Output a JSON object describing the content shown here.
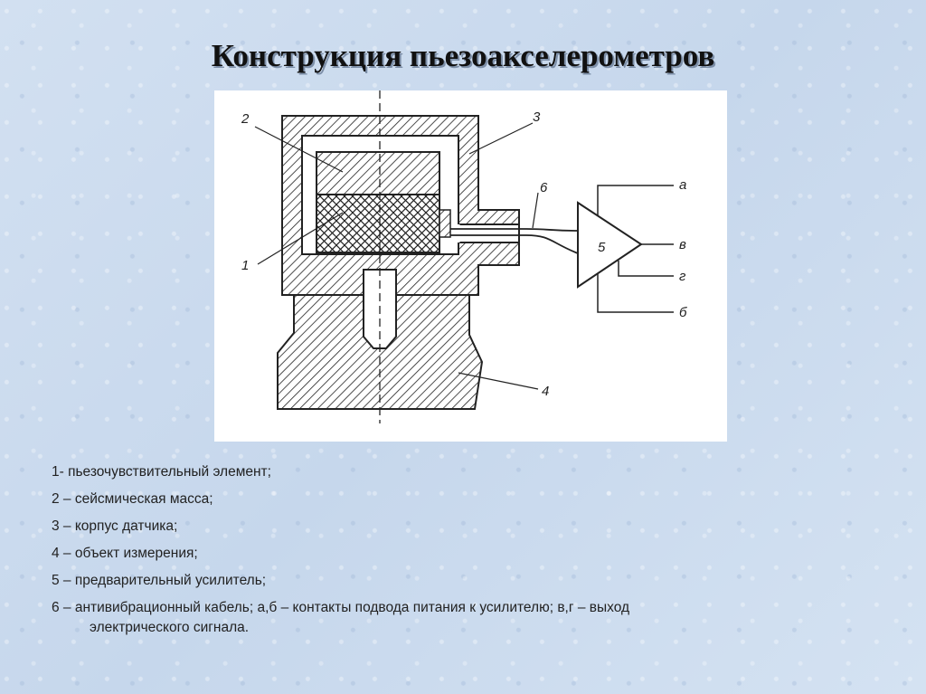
{
  "title": "Конструкция пьезоакселерометров",
  "diagram": {
    "labels": {
      "n1": "1",
      "n2": "2",
      "n3": "3",
      "n4": "4",
      "n5": "5",
      "n6": "6",
      "a": "а",
      "v": "в",
      "g": "г",
      "b": "б"
    }
  },
  "legend": {
    "items": [
      "1- пьезочувствительный элемент;",
      "2 – сейсмическая масса;",
      "3 – корпус датчика;",
      "4 – объект измерения;",
      "5 – предварительный усилитель;"
    ],
    "item6_line1": "6 – антивибрационный кабель; а,б – контакты подвода питания к усилителю; в,г – выход",
    "item6_line2": "электрического сигнала."
  }
}
